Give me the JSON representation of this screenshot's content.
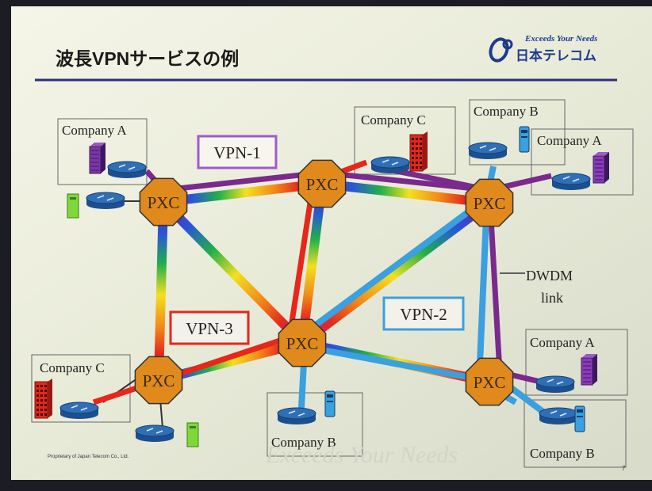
{
  "slide": {
    "title": "波長VPNサービスの例",
    "logo": {
      "tagline": "Exceeds Your Needs",
      "company": "日本テレコム"
    },
    "footer": "Proprietary of Japan Telecom Co., Ltd.",
    "watermark": "Exceeds Your Needs",
    "page_number": "7"
  },
  "diagram": {
    "pxc_label": "PXC",
    "vpn_labels": {
      "vpn1": "VPN-1",
      "vpn2": "VPN-2",
      "vpn3": "VPN-3"
    },
    "dwdm_label_line1": "DWDM",
    "dwdm_label_line2": "link",
    "sites": {
      "a_top_left": "Company A",
      "c_top_center": "Company C",
      "b_top_right": "Company B",
      "a_top_right": "Company A",
      "c_bottom_left": "Company C",
      "b_bottom_center": "Company B",
      "a_bottom_right": "Company A",
      "b_bottom_right": "Company B"
    },
    "colors": {
      "vpn1": "#7a2a8c",
      "vpn2": "#3aa0e0",
      "vpn3": "#e8261a",
      "pxc": "#e08a1e",
      "router": "#2e6fb8"
    }
  }
}
